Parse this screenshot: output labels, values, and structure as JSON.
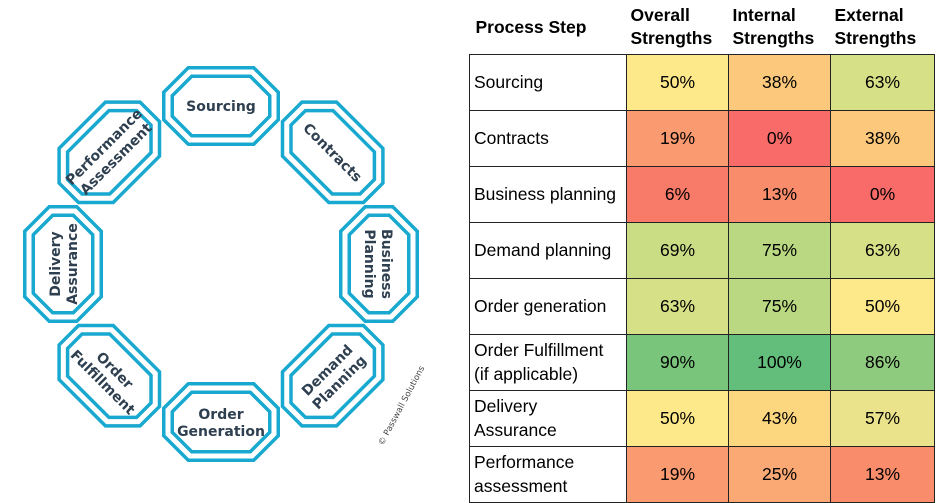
{
  "diagram": {
    "links": [
      "Sourcing",
      "Contracts",
      "Business Planning",
      "Demand Planning",
      "Order Generation",
      "Order Fulfillment",
      "Delivery Assurance",
      "Performance Assessment"
    ],
    "copyright": "© Passwall Solutions",
    "link_color": "#19a8cf"
  },
  "table": {
    "headers": [
      "Process Step",
      "Overall Strengths",
      "Internal Strengths",
      "External Strengths"
    ],
    "rows": [
      {
        "step": "Sourcing",
        "overall": "50%",
        "internal": "38%",
        "external": "63%",
        "colors": [
          "#fde98a",
          "#fcc97c",
          "#d6e086"
        ]
      },
      {
        "step": "Contracts",
        "overall": "19%",
        "internal": "0%",
        "external": "38%",
        "colors": [
          "#f99a70",
          "#f86b68",
          "#fcc97c"
        ]
      },
      {
        "step": "Business planning",
        "overall": "6%",
        "internal": "13%",
        "external": "0%",
        "colors": [
          "#f87a69",
          "#f88c6b",
          "#f86b68"
        ]
      },
      {
        "step": "Demand planning",
        "overall": "69%",
        "internal": "75%",
        "external": "63%",
        "colors": [
          "#cbdd84",
          "#b9d881",
          "#d6e086"
        ]
      },
      {
        "step": "Order generation",
        "overall": "63%",
        "internal": "75%",
        "external": "50%",
        "colors": [
          "#d6e086",
          "#b9d881",
          "#fde98a"
        ]
      },
      {
        "step": "Order Fulfillment (if applicable)",
        "overall": "90%",
        "internal": "100%",
        "external": "86%",
        "colors": [
          "#79c57b",
          "#63be7b",
          "#8ecb7e"
        ]
      },
      {
        "step": "Delivery Assurance",
        "overall": "50%",
        "internal": "43%",
        "external": "57%",
        "colors": [
          "#fde98a",
          "#fdd680",
          "#eae38b"
        ]
      },
      {
        "step": "Performance assessment",
        "overall": "19%",
        "internal": "25%",
        "external": "13%",
        "colors": [
          "#f99a70",
          "#fba974",
          "#f88c6b"
        ]
      }
    ]
  }
}
